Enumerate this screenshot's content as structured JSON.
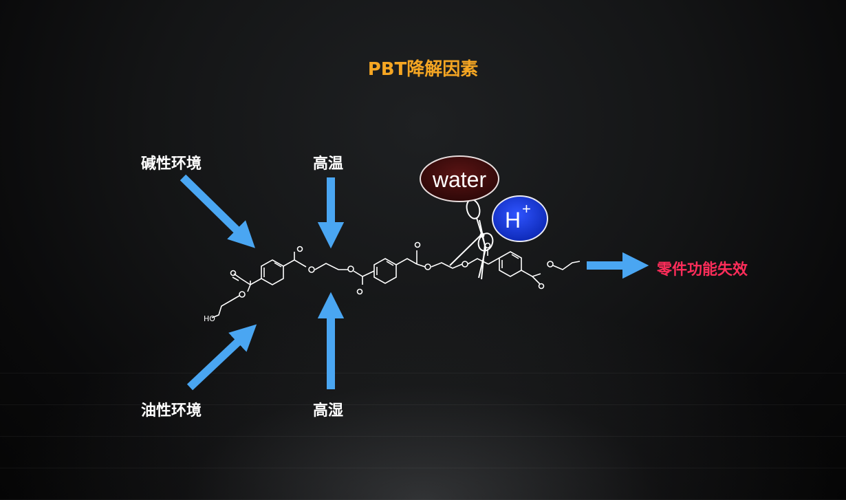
{
  "title": "PBT降解因素",
  "colors": {
    "title": "#f5a623",
    "arrow": "#4aa6f2",
    "result": "#ff2d5a",
    "water_bubble": "#4a0f0f",
    "hplus_bubble": "#1f3fe6"
  },
  "factors": {
    "alkaline": "碱性环境",
    "high_temp": "高温",
    "oily": "油性环境",
    "high_humidity": "高湿"
  },
  "molecule": {
    "end_group": "HO"
  },
  "water_label": "water",
  "hplus_label": "H",
  "hplus_sup": "+",
  "result": "零件功能失效",
  "icons": [
    "scissors-icon"
  ]
}
